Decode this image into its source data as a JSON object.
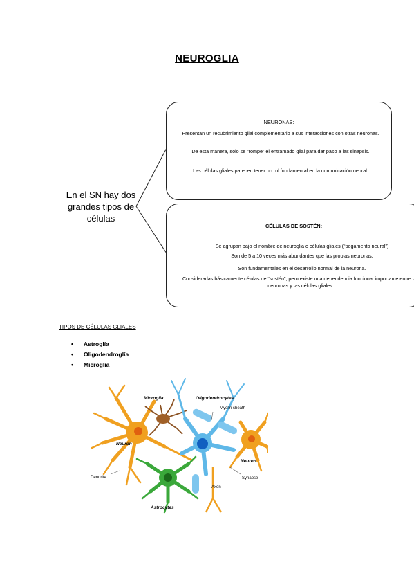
{
  "title": "NEUROGLIA",
  "intro": "En el SN hay dos grandes tipos de células",
  "neuronas": {
    "heading": "NEURONAS:",
    "lines": [
      "Presentan un recubrimiento glial complementario a sus interacciones con otras neuronas.",
      "De esta manera, solo se “rompe” el entramado glial para dar paso a las sinapsis.",
      "Las células gliales parecen tener un rol fundamental en la comunicación neural."
    ]
  },
  "sosten": {
    "heading": "CÉLULAS DE SOSTÉN:",
    "lines": [
      "Se agrupan bajo el nombre de neuroglia o células gliales (“pegamento neural”)",
      "Son de 5 a 10 veces más abundantes que las propias neuronas.",
      "Son fundamentales en el desarrollo normal de la neurona.",
      "Consideradas básicamente células de “sostén”, pero existe una dependencia funcional importante entre las neuronas y las células gliales."
    ]
  },
  "tipos": {
    "title": "TIPOS DE CÉLULAS GLIALES",
    "items": [
      "Astroglía",
      "Oligodendroglía",
      "Microglía"
    ]
  },
  "illustration": {
    "labels": {
      "microglia": "Microglia",
      "oligodendrocytes": "Oligodendrocytes",
      "myelin": "Myelin sheath",
      "neuron_left": "Neuron",
      "neuron_right": "Neuron",
      "dendrite": "Dendrite",
      "axon": "Axon",
      "synapse": "Synapse",
      "astrocytes": "Astrocytes"
    },
    "colors": {
      "neuron": "#f0a020",
      "neuron_core": "#e06010",
      "oligo": "#5fb8e8",
      "oligo_core": "#1060c0",
      "astro": "#3aa83a",
      "astro_core": "#1a6a1a",
      "microglia": "#8a5020"
    }
  }
}
